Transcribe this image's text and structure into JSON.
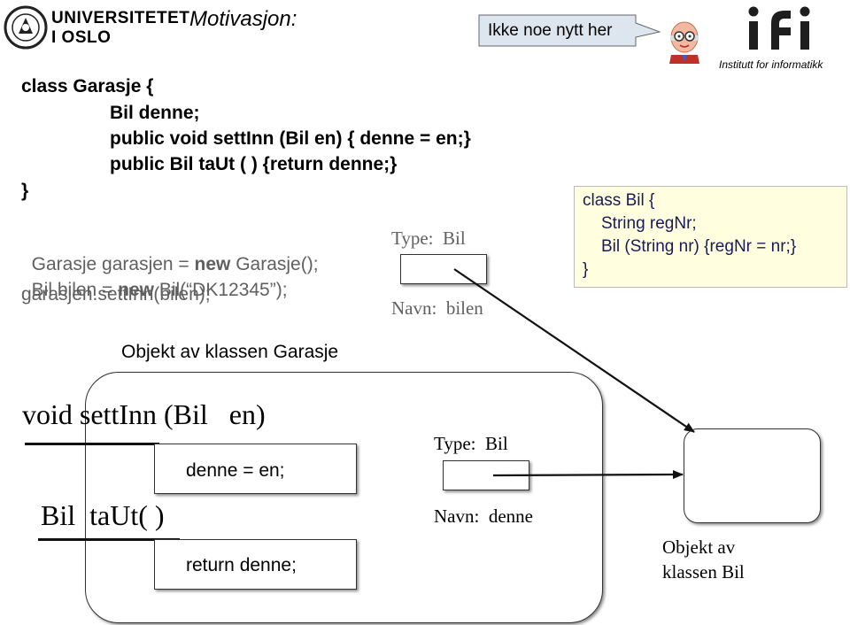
{
  "header": {
    "university_name_line1": "UNIVERSITETET",
    "university_name_line2": "I OSLO",
    "title": "Motivasjon:",
    "speech_bubble": "Ikke noe nytt her",
    "institute_caption": "Institutt for informatikk"
  },
  "class_garasje": {
    "line1": "class Garasje {",
    "line2": "Bil denne;",
    "line3": "public void settInn (Bil en) { denne = en;}",
    "line4": "public Bil taUt ( ) {return denne;}",
    "line5": "}"
  },
  "main_code": {
    "l1_pre": "Garasje garasjen = ",
    "l1_kw": "new",
    "l1_post": " Garasje();",
    "l2_pre": "Bil bilen = ",
    "l2_kw": "new",
    "l2_post": " Bil(“DK12345”);",
    "l3": "garasjen.settInn(bilen);"
  },
  "var_bilen": {
    "type_label": "Type:  Bil",
    "name_label": "Navn:  bilen"
  },
  "class_bil": {
    "line1": "class Bil {",
    "line2": "String regNr;",
    "line3": "Bil (String nr) {regNr = nr;}",
    "line4": "}"
  },
  "garasje_object": {
    "caption": "Objekt av klassen Garasje",
    "method1_sig": "void settInn (Bil   en)",
    "method1_body": "denne = en;",
    "method2_sig": "Bil  taUt( )",
    "method2_body": "return denne;",
    "var_type_label": "Type:  Bil",
    "var_name_label": "Navn:  denne"
  },
  "bil_object": {
    "caption_line1": "Objekt av",
    "caption_line2": "klassen Bil"
  },
  "colors": {
    "bil_box_bg": "#ffffe0",
    "bubble_bg": "#dde6ee",
    "logo_dark": "#1e1e1e"
  }
}
